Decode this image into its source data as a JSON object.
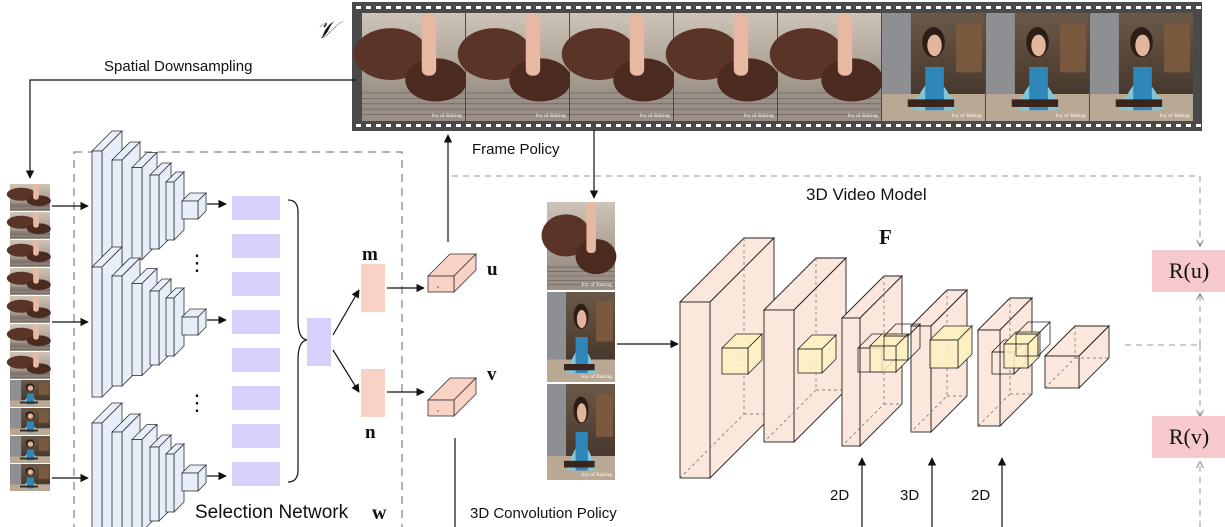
{
  "labels": {
    "video_symbol": "𝒱",
    "spatial_downsampling": "Spatial Downsampling",
    "frame_policy": "Frame Policy",
    "video_model": "3D Video Model",
    "F": "F",
    "m": "m",
    "n": "n",
    "u": "u",
    "v": "v",
    "selection_network": "Selection Network",
    "w": "w",
    "conv_policy": "3D Convolution Policy",
    "reward_u": "R(u)",
    "reward_v": "R(v)",
    "layer_2d_a": "2D",
    "layer_3d": "3D",
    "layer_2d_b": "2D",
    "dots": "⋮",
    "filmstrip_caption": "Joy of Baking"
  },
  "colors": {
    "cnn_blue": "#e7eefa",
    "token_purple": "#d8d0fb",
    "salmon": "#f9d2c6",
    "pale_orange": "#fbe7dc",
    "reward_pink": "#f6c9cd",
    "highlight_yellow": "#fdf0c2",
    "film_border": "#4a4a4a"
  }
}
